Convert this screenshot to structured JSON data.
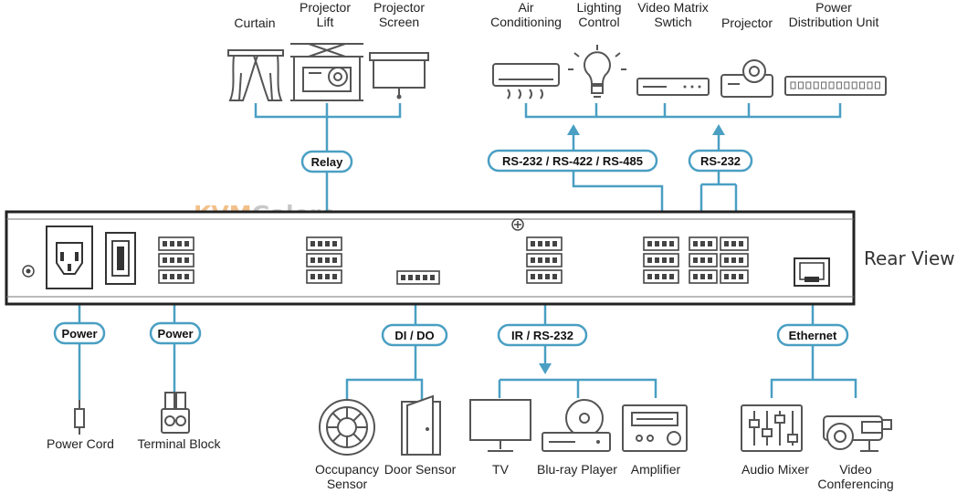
{
  "watermark": {
    "part1": "KVM",
    "part2": "Galore"
  },
  "rear_view": "Rear View",
  "pills": {
    "relay": "Relay",
    "serial_multi": "RS-232 / RS-422 / RS-485",
    "rs232": "RS-232",
    "power1": "Power",
    "power2": "Power",
    "dido": "DI / DO",
    "ir_rs232": "IR / RS-232",
    "ethernet": "Ethernet"
  },
  "top_devices": {
    "curtain": [
      "Curtain"
    ],
    "projector_lift": [
      "Projector",
      "Lift"
    ],
    "projector_screen": [
      "Projector",
      "Screen"
    ],
    "air_conditioning": [
      "Air",
      "Conditioning"
    ],
    "lighting_control": [
      "Lighting",
      "Control"
    ],
    "video_matrix": [
      "Video Matrix",
      "Swtich"
    ],
    "projector": [
      "Projector"
    ],
    "pdu": [
      "Power",
      "Distribution Unit"
    ]
  },
  "bottom_devices": {
    "power_cord": [
      "Power Cord"
    ],
    "terminal_block": [
      "Terminal Block"
    ],
    "occupancy_sensor": [
      "Occupancy",
      "Sensor"
    ],
    "door_sensor": [
      "Door Sensor"
    ],
    "tv": [
      "TV"
    ],
    "bluray": [
      "Blu-ray Player"
    ],
    "amplifier": [
      "Amplifier"
    ],
    "audio_mixer": [
      "Audio Mixer"
    ],
    "video_conf": [
      "Video",
      "Conferencing"
    ]
  },
  "colors": {
    "line": "#4a9fc3",
    "watermark_orange": "#f2c089",
    "watermark_gray": "#c8c8c8"
  }
}
